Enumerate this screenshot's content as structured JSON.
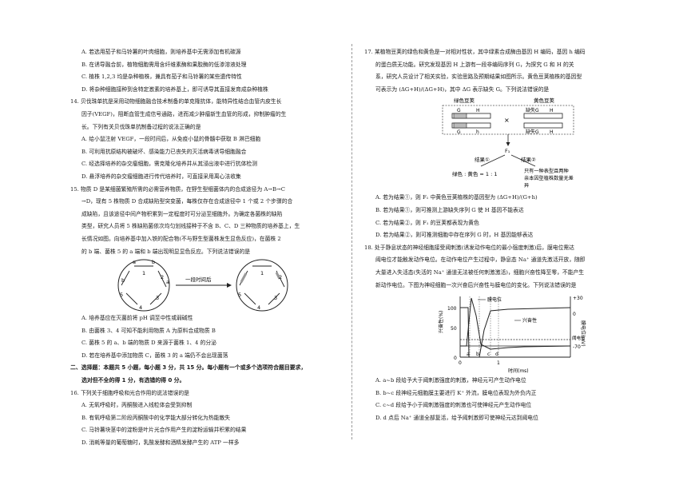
{
  "left": {
    "q13_opts": [
      "A. 若选用茄子和马铃薯的叶肉细胞，则培养基中无需添加有机碳源",
      "B. 在诱导融合前，植物细胞需用含纤维素酶和果胶酶的低渗溶液处理",
      "C. 植株 1,2,3 均是杂种植株，兼具有茄子和马铃薯的某些遗传特性",
      "D. 将杂种细胞接种到含特定激素的培养基上，即可诱导其直接发育成杂种植株"
    ],
    "q14_stem": [
      "14. 贝伐珠单抗是采用动物细胞融合技术制备的单克隆抗体，能特异性结合血管内皮生长",
      "因子(VEGF)，阻断血管生成信号通路，进而减少肿瘤新生血管的形成，抑制肿瘤的生",
      "长。下列有关贝伐珠单抗制备过程的说法正确的是"
    ],
    "q14_opts": [
      "A. 给小鼠注射 VEGF，一段时间后，从免疫小鼠的骨髓中获取 B 淋巴细胞",
      "B. 可利用抗原结构被破坏、感染能力已丧失的灭活病毒诱导细胞融合",
      "C. 经选择培养的杂交瘤细胞，需克隆化培养并从其浸出液中进行抗体检测",
      "D. 悬浮培养的杂交瘤细胞进行传代培养时，可直接采用离心法收集"
    ],
    "q15_stem": [
      "15. 物质 D 是某细菌繁殖所需的必需营养物质，在野生型细菌体内的合成途径为 A→B→C",
      "→D，现有 5 株物质 D 合成缺陷型突变菌，每株仅存在合成途径中 1 个或 2 个步骤的合",
      "成缺陷，且该途径中间产物积累到一定程度时可分泌至细胞外。为确定各菌株的缺陷",
      "类型，研究人员将 5 株缺陷菌依次均匀划线接种于不含 B、C、D 三种物质的培养基上，生",
      "长情况如图。向培养基中加入铁的配合物(不与野生型菌株发生显色反应)，在菌株 2",
      "的 b 端、菌株 5 的 a 端和 b 端出现明显显色反应。下列说法错误的是"
    ],
    "q15_fig": {
      "arrow_label": "一段时间后",
      "strain_numbers": [
        "1",
        "2",
        "3",
        "4",
        "5"
      ],
      "end_labels": [
        "a",
        "b"
      ]
    },
    "q15_opts": [
      "A. 培养基应在灭菌前将 pH 调至中性或弱碱性",
      "B. 由菌株 3、4 可知不能利用物质 A 为原料合成物质 B",
      "C. 菌株 5 的 a、b 端的物质 D 来源于菌株 1、4 的分泌",
      "D. 若在培养基中添加物质 C，菌株 3 的 a 端仍不会出现菌落"
    ],
    "section2": [
      "二、选择题：本题共 5 小题，每小题 3 分，共 15 分。每小题有一个或多个选项符合题目要求，",
      "选对但不全的得 1 分，有选错的得 0 分。"
    ],
    "q16_stem": "16. 下列关于细胞呼吸和光合作用的说法错误的是",
    "q16_opts": [
      "A. 无氧呼吸时，丙酮酸进入线粒体会受到抑制",
      "B. 有氧呼吸第二阶段丙酮酸中的化学能大部分转化为热能散失",
      "C. 马铃薯块茎中的淀粉是叶片光合作用产生的淀粉运输并积累的结果",
      "D. 消耗等量的葡萄糖时，乳酸发酵和酒精发酵产生的 ATP 一样多"
    ]
  },
  "right": {
    "q17_stem": [
      "17. 某植物豆荚的绿色和黄色是一对相对性状，其中绿素合成酶由基因 H 编码，基因 h 编码",
      "的蛋白质无功能。研究发现基因 H 上游有一段非编码序列 G，为探究 G 和 H 的关",
      "系，研究人员设计了相关实验，实验思路及预期结果如图所示。黄色豆荚植株的基因型",
      "可表示为 (ΔG+H)/(ΔG+H)，其中 ΔG 表示缺失 G。下列说法错误的是"
    ],
    "q17_fig": {
      "green_title": "绿色豆荚",
      "yellow_title": "黄色豆荚",
      "green_genes_top": [
        "G",
        "H"
      ],
      "green_genes_bot": [
        "G",
        "h"
      ],
      "yellow_genes_top": [
        "缺失G",
        "H"
      ],
      "yellow_genes_bot": [
        "缺失G",
        "H"
      ],
      "f1": "F₁",
      "result1": "结果①",
      "result2": "结果②",
      "ratio": "绿色 : 黄色 = 1 : 1",
      "note": [
        "只有一种表型且两种",
        "亲本因型植株数量无差",
        "异"
      ]
    },
    "q17_opts": [
      "A. 若为结果①，则 F₁ 中黄色豆荚植株的基因型为 (ΔG+H)/(G+h)",
      "B. 若为结果①，则可推测上游缺失序列 G 使 H 基因不能表达",
      "C. 若为结果②，则 F₁ 的豆荚都表现为黄色",
      "D. 若为结果②，则可推测细胞中存在序列 G 时，H 基因能够表达"
    ],
    "q18_stem": [
      "18. 处于静息状态的神经细胞接受阈刺激(诱发动作电位的最小强度刺激)后，膜电位需达",
      "阈电位才能触发动作电位。在动作电位产生过程中，静息态 Na⁺ 通道先激活开放，随即",
      "大量进入失活态(失活的 Na⁺ 通道无法被任何刺激激活)，细胞兴奋性降至零，不能产生",
      "新动作电位。下图为神经细胞一次兴奋后兴奋性与膜电位的变化。下列说法错误的是"
    ],
    "q18_fig": {
      "legend_membrane": "膜电位",
      "legend_excitability": "兴奋性",
      "ylabel_left": "兴奋性(%)",
      "ylabel_right": "膜电位(mV)",
      "xlabel": "时间(ms)",
      "threshold_label": "阈电位",
      "y_ticks_left": [
        "100",
        "50",
        "0"
      ],
      "y_ticks_right": [
        "+30",
        "0",
        "-70"
      ],
      "x_ticks": [
        "0",
        "1"
      ],
      "points": [
        "a",
        "b",
        "c",
        "d"
      ]
    },
    "q18_opts": [
      "A. a~b 段给予大于阈刺激强度的刺激，神经元可产生动作电位",
      "B. b~c 段神经元细胞膜主要进行 K⁺ 外流，膜电位表现为外负内正",
      "C. c~d 段给予小于阈刺激强度的刺激也可使神经元产生动作电位",
      "D. d 点后 Na⁺ 通道全部复活，给予阈刺激即可使神经元达到阈电位"
    ]
  }
}
